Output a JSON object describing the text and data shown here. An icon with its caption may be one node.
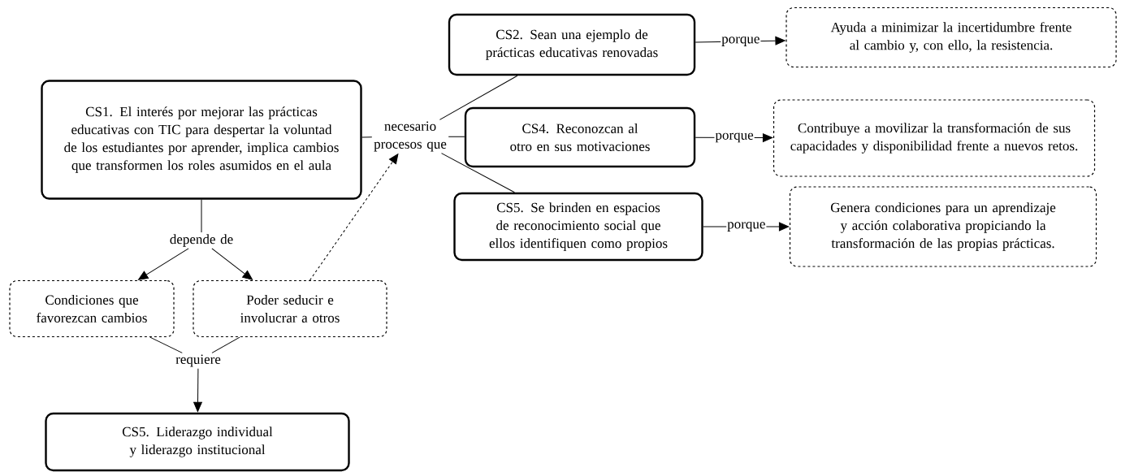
{
  "diagram": {
    "nodes": [
      {
        "text": [
          "CS1. El interés por mejorar las prácticas educativas con TIC para despertar la voluntad de los estudiantes por aprender, implica cambios que transformen los roles asumidos en el aula"
        ]
      },
      {
        "text": [
          "necesario procesos que"
        ]
      },
      {
        "text": [
          "CS2. Sean una ejemplo de prácticas educativas renovadas"
        ]
      },
      {
        "text": [
          "CS4. Reconozcan al otro en sus motivaciones"
        ]
      },
      {
        "text": [
          "CS5. Se brinden en espacios de reconocimiento social que ellos identifiquen como propios"
        ]
      },
      {
        "text": [
          "Ayuda a minimizar la incertidumbre frente al cambio y, con ello, la resistencia."
        ]
      },
      {
        "text": [
          "Contribuye a movilizar la transformación de sus capacidades y disponibilidad frente a nuevos retos."
        ]
      },
      {
        "text": [
          "Genera condiciones para un aprendizaje y acción colaborativa propiciando la transformación de las propias prácticas."
        ]
      },
      {
        "text": [
          "depende de"
        ]
      },
      {
        "text": [
          "Condiciones que favorezcan cambios"
        ]
      },
      {
        "text": [
          "Poder seducir e involucrar a otros"
        ]
      },
      {
        "text": [
          "requiere"
        ]
      },
      {
        "text": [
          "CS5. Liderazgo individual y liderazgo institucional"
        ]
      }
    ],
    "edges": [
      {
        "from": 0,
        "to": 1,
        "arrow": "none"
      },
      {
        "from": 1,
        "to": 2,
        "arrow": "none"
      },
      {
        "from": 1,
        "to": 3,
        "arrow": "none"
      },
      {
        "from": 1,
        "to": 4,
        "arrow": "none"
      },
      {
        "from": 2,
        "to": 5,
        "arrow": "to",
        "label": "porque"
      },
      {
        "from": 3,
        "to": 6,
        "arrow": "to",
        "label": "porque"
      },
      {
        "from": 4,
        "to": 7,
        "arrow": "to",
        "label": "porque"
      },
      {
        "from": 0,
        "to": 8,
        "arrow": "none"
      },
      {
        "from": 8,
        "to": 9,
        "arrow": "to"
      },
      {
        "from": 8,
        "to": 10,
        "arrow": "to"
      },
      {
        "from": 10,
        "to": 1,
        "arrow": "to",
        "style": "dashed"
      },
      {
        "from": 9,
        "to": 11,
        "arrow": "none"
      },
      {
        "from": 10,
        "to": 11,
        "arrow": "none"
      },
      {
        "from": 11,
        "to": 12,
        "arrow": "to"
      }
    ]
  }
}
